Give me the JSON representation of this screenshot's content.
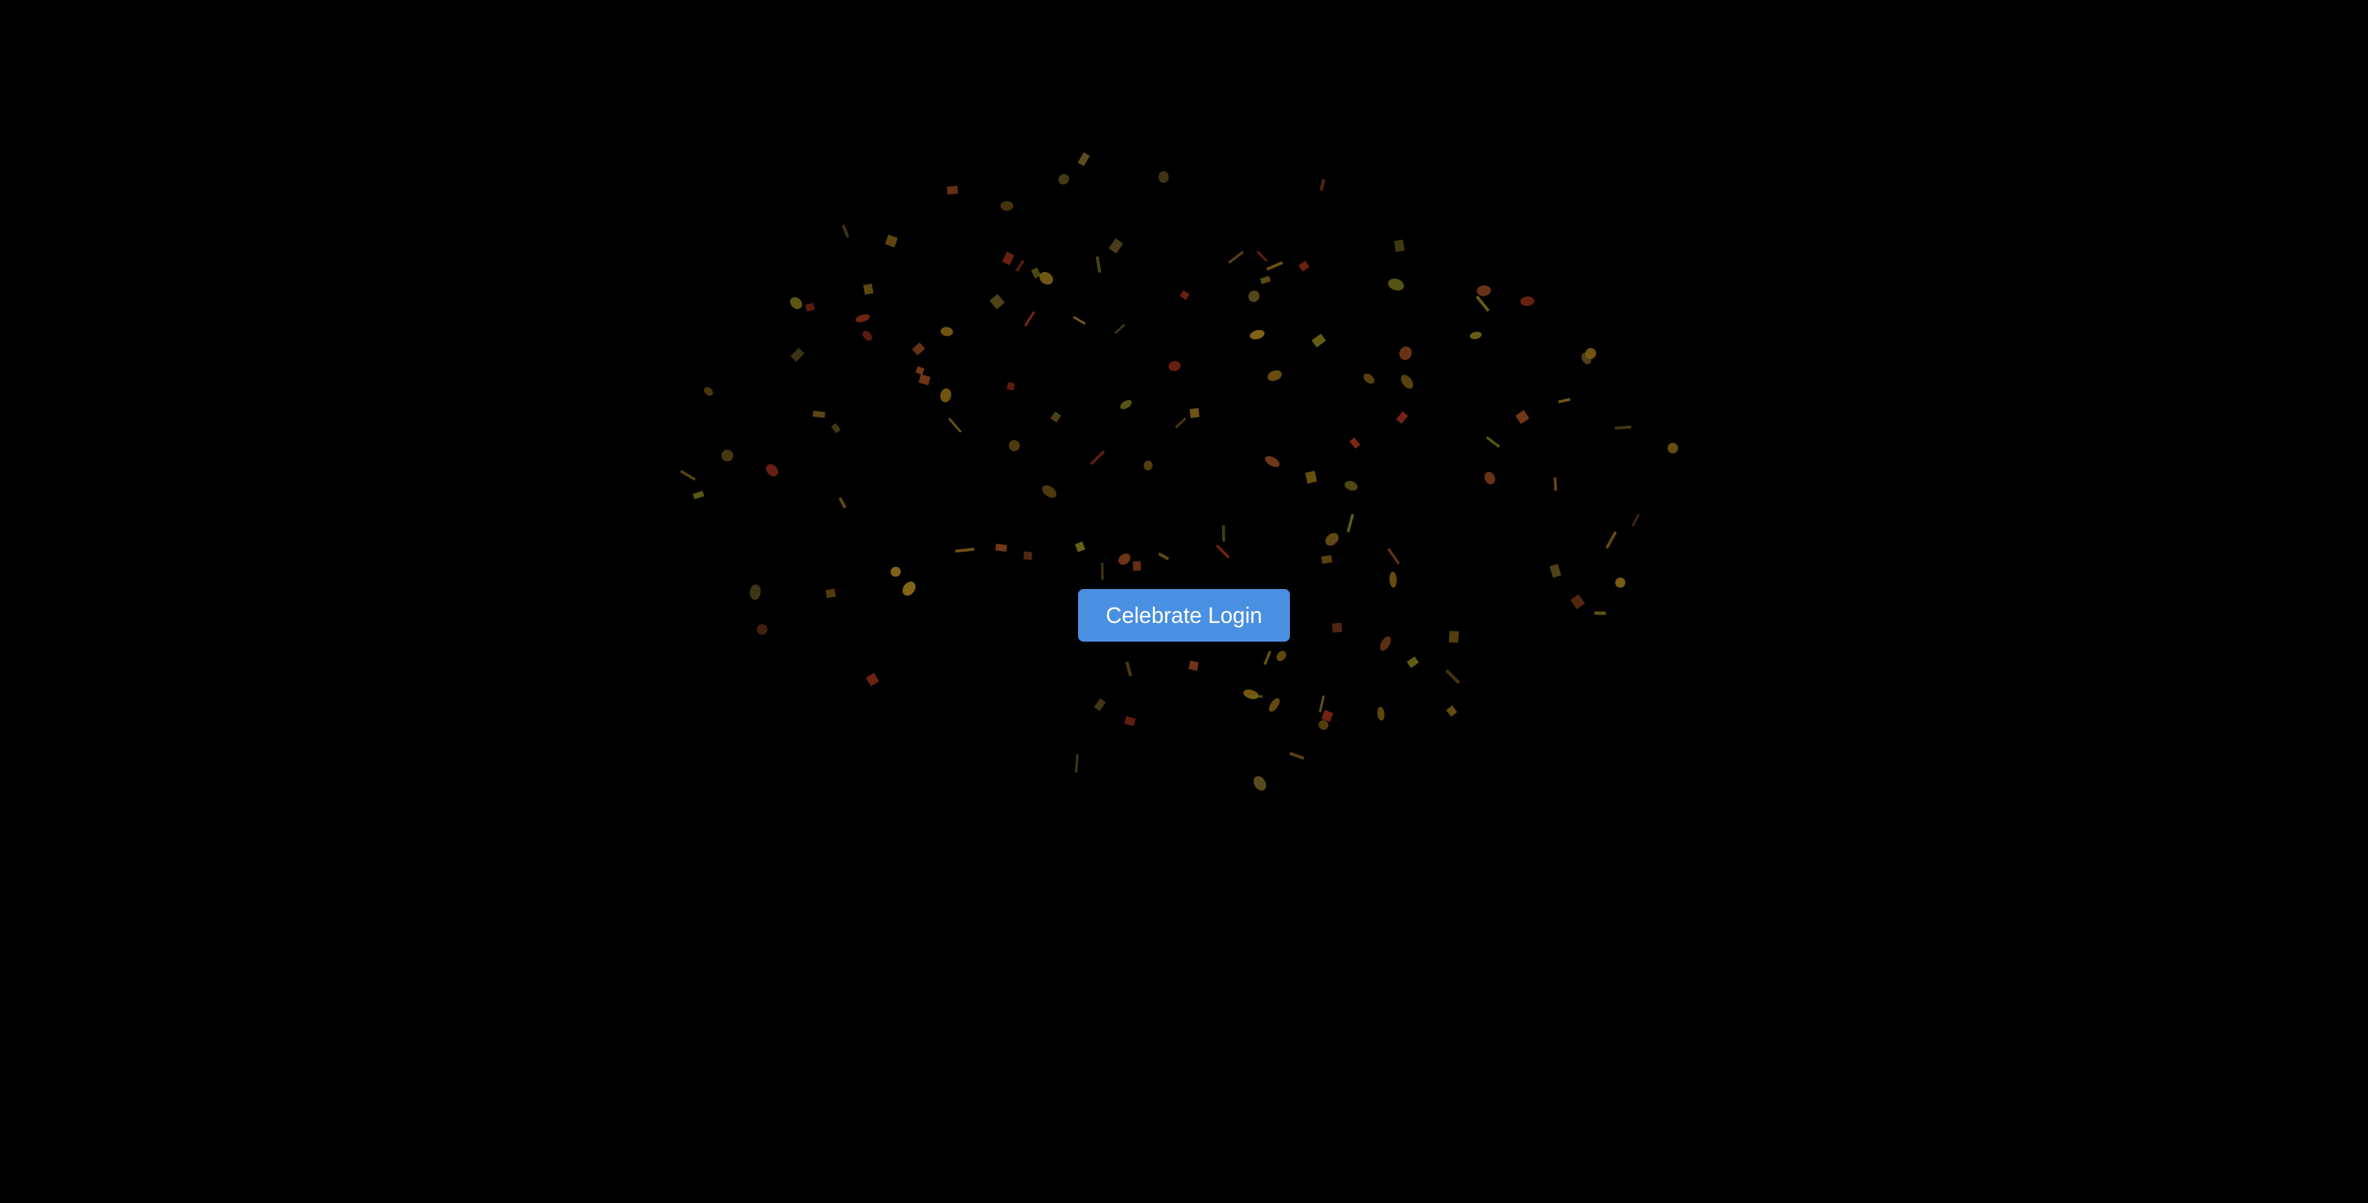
{
  "page": {
    "background_color": "#000000"
  },
  "celebrate_button": {
    "label": "Celebrate Login",
    "color": "#4a90e2",
    "text_color": "#ffffff"
  },
  "confetti": {
    "colors": [
      "#8a6a1a",
      "#6e6a18",
      "#7a3a18",
      "#8a2a18",
      "#6a5a20",
      "#7a5a12"
    ],
    "shapes": [
      "circle",
      "rect",
      "strip"
    ]
  }
}
